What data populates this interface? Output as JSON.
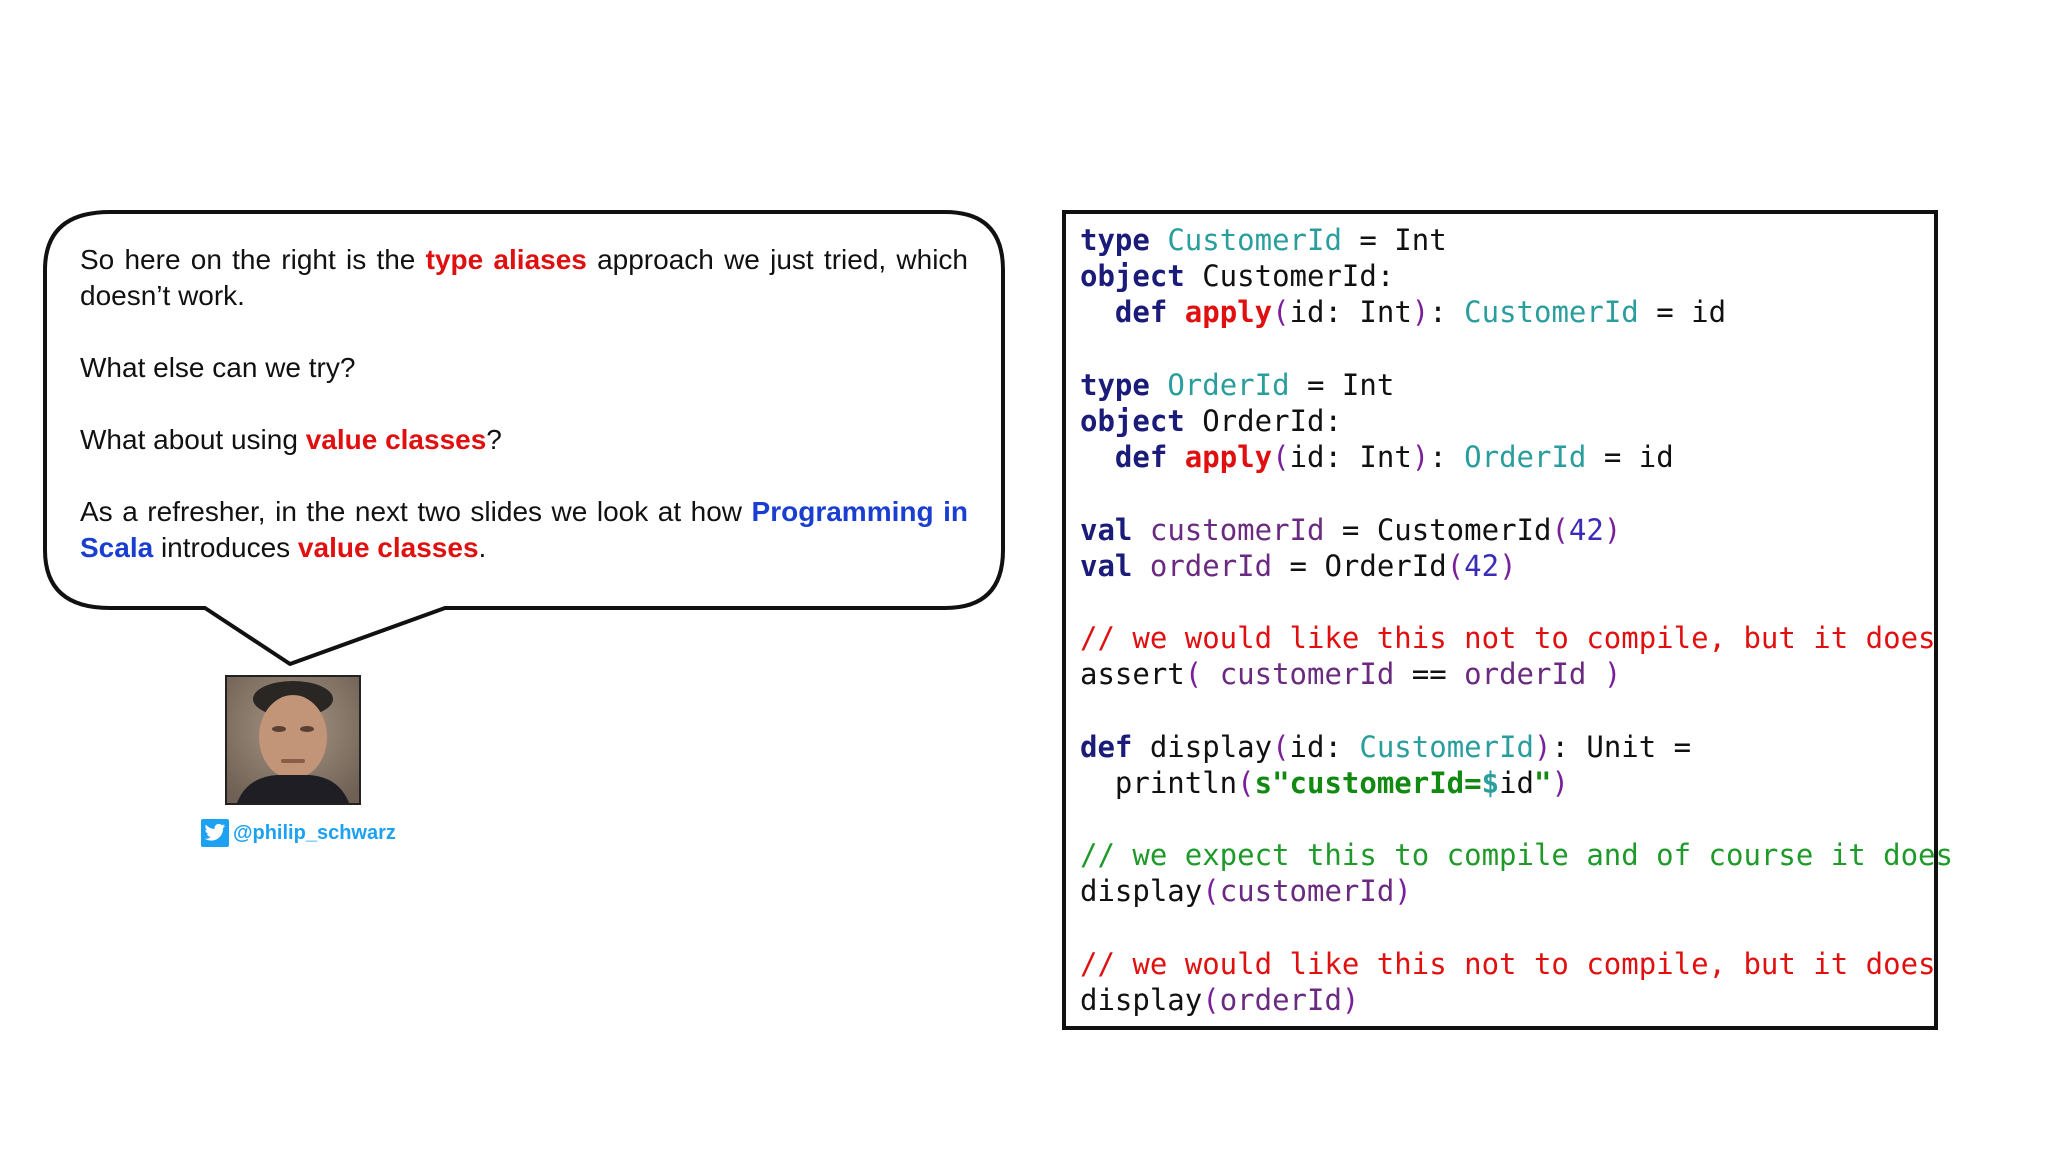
{
  "bubble": {
    "p1": {
      "before": "So here on the right is the ",
      "em1": "type aliases",
      "after": " approach we just tried, which doesn’t work."
    },
    "p2": "What else can we try?",
    "p3": {
      "before": "What about using ",
      "em1": "value classes",
      "after": "?"
    },
    "p4": {
      "before": "As a refresher, in the next two slides we look at how ",
      "em_blue": "Programming in Scala",
      "middle": " introduces ",
      "em_red": "value classes",
      "after": "."
    }
  },
  "author": {
    "handle": "@philip_schwarz",
    "icon": "twitter-icon"
  },
  "colors": {
    "keyword": "#1b1b7a",
    "function": "#e01010",
    "type": "#2a9d9d",
    "comment_red": "#e01010",
    "comment_green": "#1f9a2a",
    "string": "#128a12",
    "highlight_red": "#e01010",
    "highlight_blue": "#1a3fd0",
    "twitter": "#1da1f2"
  },
  "code": [
    [
      [
        "kw",
        "type"
      ],
      [
        "plain",
        " "
      ],
      [
        "type",
        "CustomerId"
      ],
      [
        "plain",
        " = Int"
      ]
    ],
    [
      [
        "kw",
        "object"
      ],
      [
        "plain",
        " CustomerId:"
      ]
    ],
    [
      [
        "plain",
        "  "
      ],
      [
        "kw",
        "def"
      ],
      [
        "plain",
        " "
      ],
      [
        "fn",
        "apply"
      ],
      [
        "paren",
        "("
      ],
      [
        "plain",
        "id: Int"
      ],
      [
        "paren",
        ")"
      ],
      [
        "plain",
        ": "
      ],
      [
        "type",
        "CustomerId"
      ],
      [
        "plain",
        " = id"
      ]
    ],
    [],
    [
      [
        "kw",
        "type"
      ],
      [
        "plain",
        " "
      ],
      [
        "type",
        "OrderId"
      ],
      [
        "plain",
        " = Int"
      ]
    ],
    [
      [
        "kw",
        "object"
      ],
      [
        "plain",
        " OrderId:"
      ]
    ],
    [
      [
        "plain",
        "  "
      ],
      [
        "kw",
        "def"
      ],
      [
        "plain",
        " "
      ],
      [
        "fn",
        "apply"
      ],
      [
        "paren",
        "("
      ],
      [
        "plain",
        "id: Int"
      ],
      [
        "paren",
        ")"
      ],
      [
        "plain",
        ": "
      ],
      [
        "type",
        "OrderId"
      ],
      [
        "plain",
        " = id"
      ]
    ],
    [],
    [
      [
        "kw",
        "val"
      ],
      [
        "plain",
        " "
      ],
      [
        "var",
        "customerId"
      ],
      [
        "plain",
        " = CustomerId"
      ],
      [
        "paren",
        "("
      ],
      [
        "num",
        "42"
      ],
      [
        "paren",
        ")"
      ]
    ],
    [
      [
        "kw",
        "val"
      ],
      [
        "plain",
        " "
      ],
      [
        "var",
        "orderId"
      ],
      [
        "plain",
        " = OrderId"
      ],
      [
        "paren",
        "("
      ],
      [
        "num",
        "42"
      ],
      [
        "paren",
        ")"
      ]
    ],
    [],
    [
      [
        "c-red",
        "// we would like this not to compile, but it does"
      ]
    ],
    [
      [
        "plain",
        "assert"
      ],
      [
        "paren",
        "("
      ],
      [
        "plain",
        " "
      ],
      [
        "var",
        "customerId"
      ],
      [
        "plain",
        " == "
      ],
      [
        "var",
        "orderId"
      ],
      [
        "plain",
        " "
      ],
      [
        "paren",
        ")"
      ]
    ],
    [],
    [
      [
        "kw",
        "def"
      ],
      [
        "plain",
        " display"
      ],
      [
        "paren",
        "("
      ],
      [
        "plain",
        "id: "
      ],
      [
        "type",
        "CustomerId"
      ],
      [
        "paren",
        ")"
      ],
      [
        "plain",
        ": Unit ="
      ]
    ],
    [
      [
        "plain",
        "  println"
      ],
      [
        "paren",
        "("
      ],
      [
        "str",
        "s\"customerId="
      ],
      [
        "dollar",
        "$"
      ],
      [
        "plain",
        "id"
      ],
      [
        "str",
        "\""
      ],
      [
        "paren",
        ")"
      ]
    ],
    [],
    [
      [
        "c-green",
        "// we expect this to compile and of course it does"
      ]
    ],
    [
      [
        "plain",
        "display"
      ],
      [
        "paren",
        "("
      ],
      [
        "var",
        "customerId"
      ],
      [
        "paren",
        ")"
      ]
    ],
    [],
    [
      [
        "c-red",
        "// we would like this not to compile, but it does"
      ]
    ],
    [
      [
        "plain",
        "display"
      ],
      [
        "paren",
        "("
      ],
      [
        "var",
        "orderId"
      ],
      [
        "paren",
        ")"
      ]
    ]
  ]
}
